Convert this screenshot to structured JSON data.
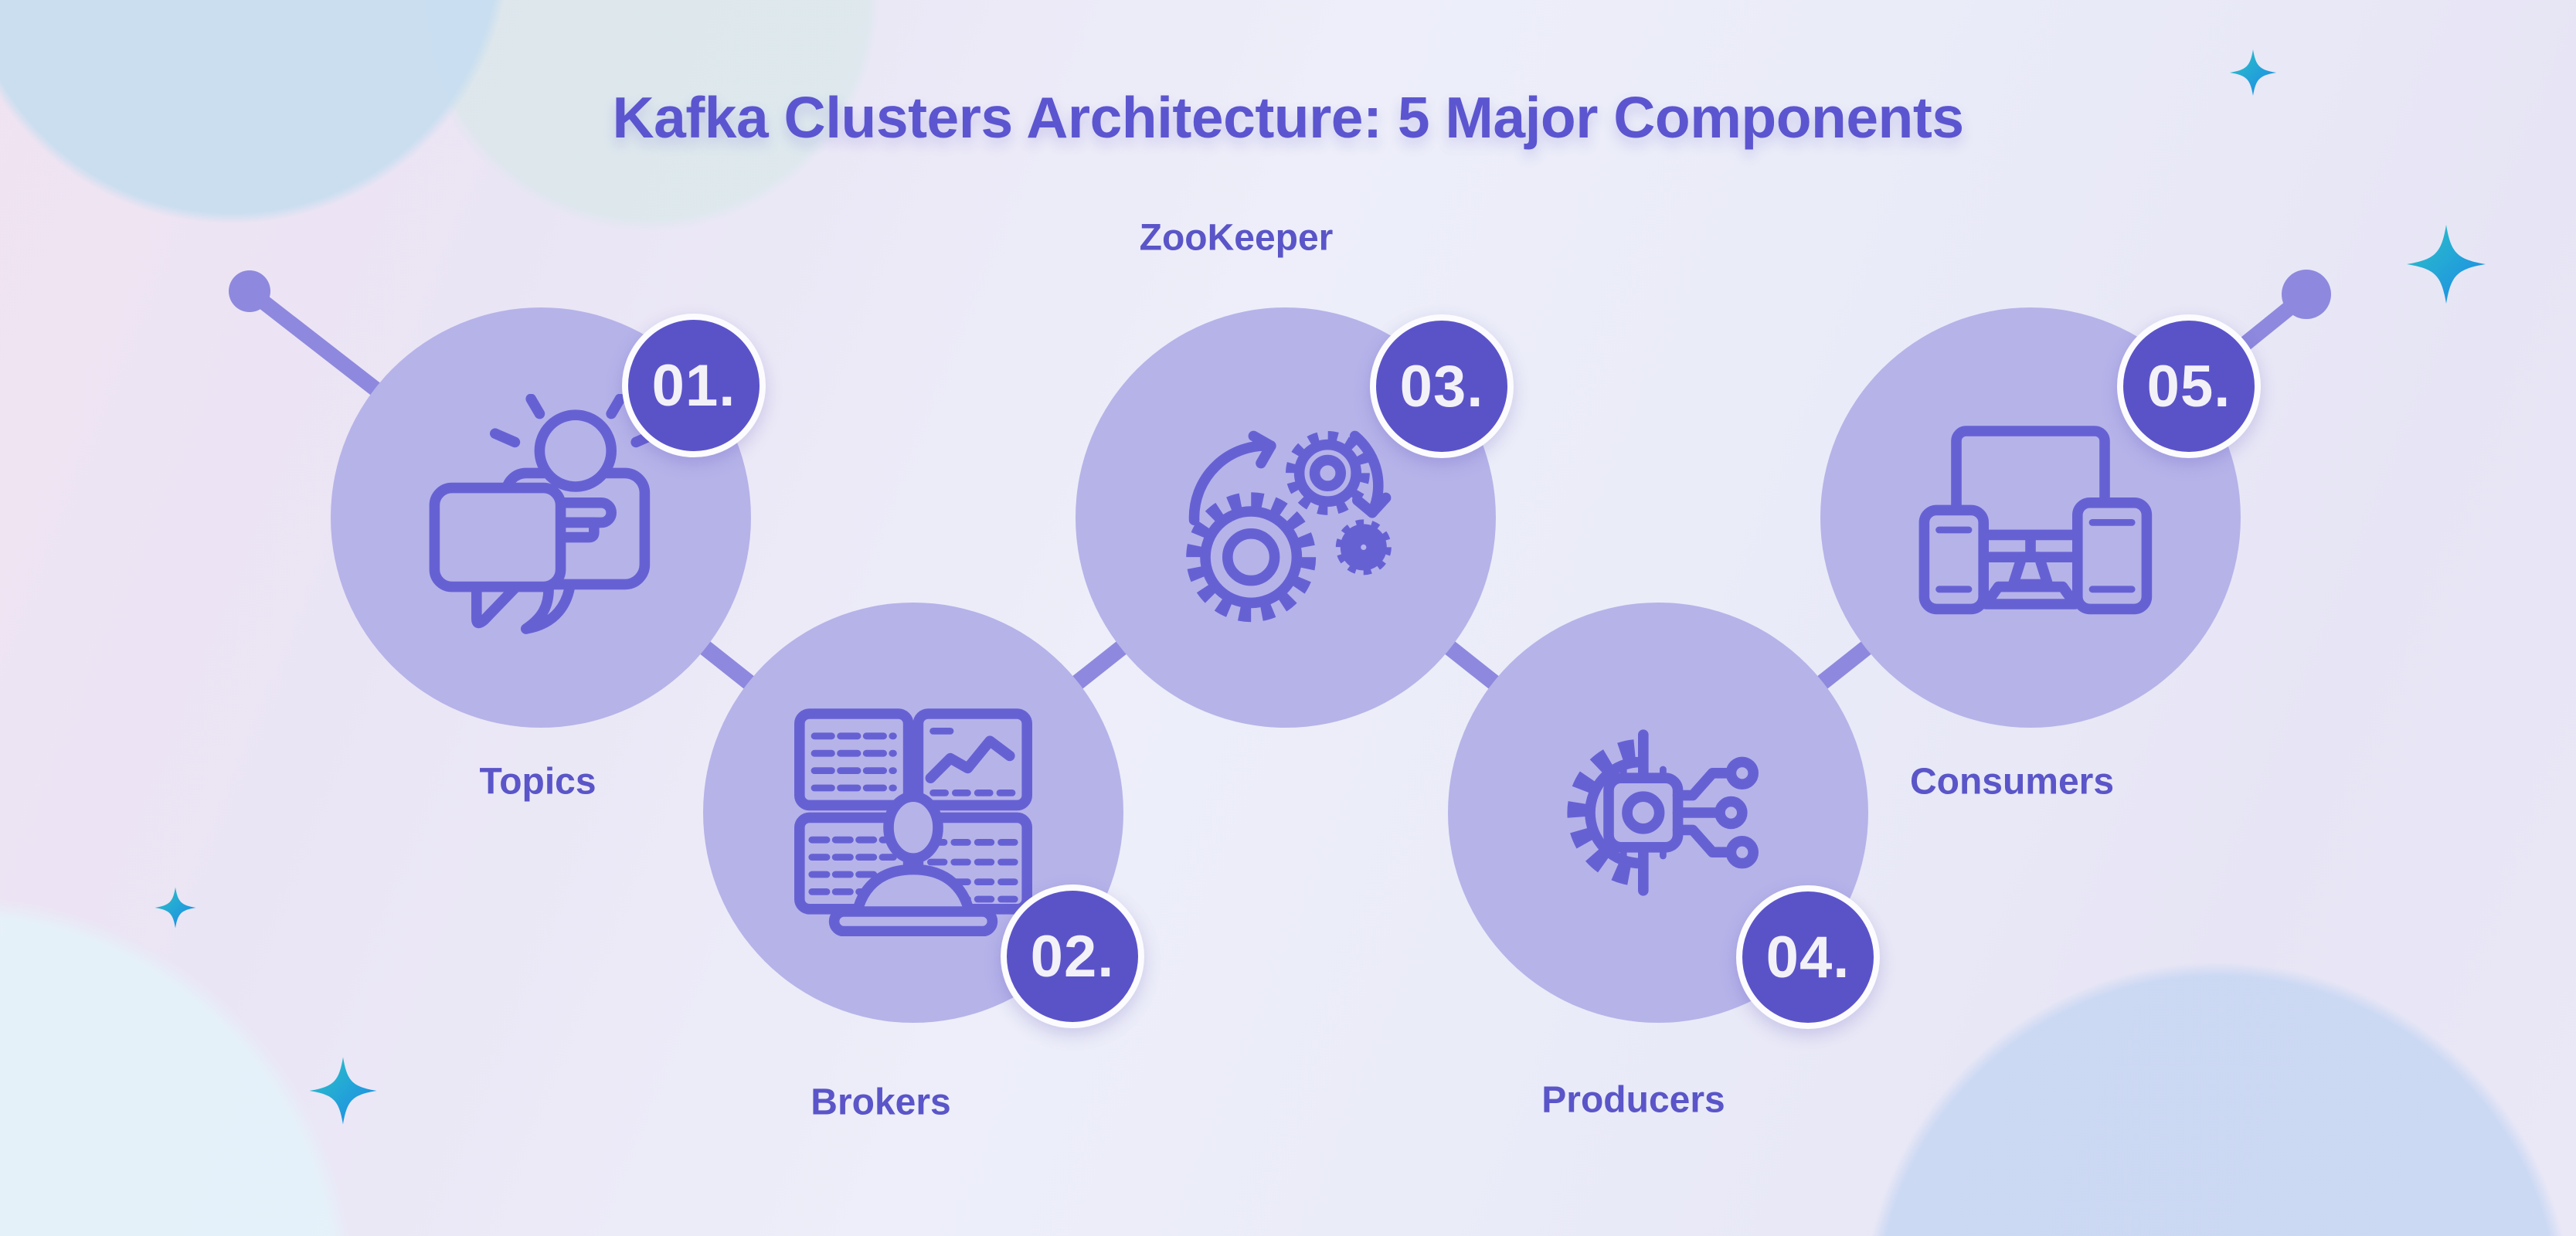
{
  "title": "Kafka Clusters Architecture: 5 Major Components",
  "nodes": [
    {
      "number": "01.",
      "label": "Topics",
      "icon": "chat-idea-icon"
    },
    {
      "number": "02.",
      "label": "Brokers",
      "icon": "analyst-screens-icon"
    },
    {
      "number": "03.",
      "label": "ZooKeeper",
      "icon": "gears-process-icon"
    },
    {
      "number": "04.",
      "label": "Producers",
      "icon": "chip-gear-icon"
    },
    {
      "number": "05.",
      "label": "Consumers",
      "icon": "devices-icon"
    }
  ],
  "colors": {
    "title_text": "#5c55d0",
    "node_fill": "#b6b3e9",
    "badge_fill": "#5a53c8",
    "badge_ring": "#fcfbfe",
    "badge_text": "#f3f1f8",
    "label_text": "#5a55c8",
    "icon_stroke": "#6661d3",
    "connector": "#8e89de",
    "star_teal": "#2cc5c5",
    "star_blue": "#1b86e8",
    "background_blob_blue": "#cadeee"
  }
}
